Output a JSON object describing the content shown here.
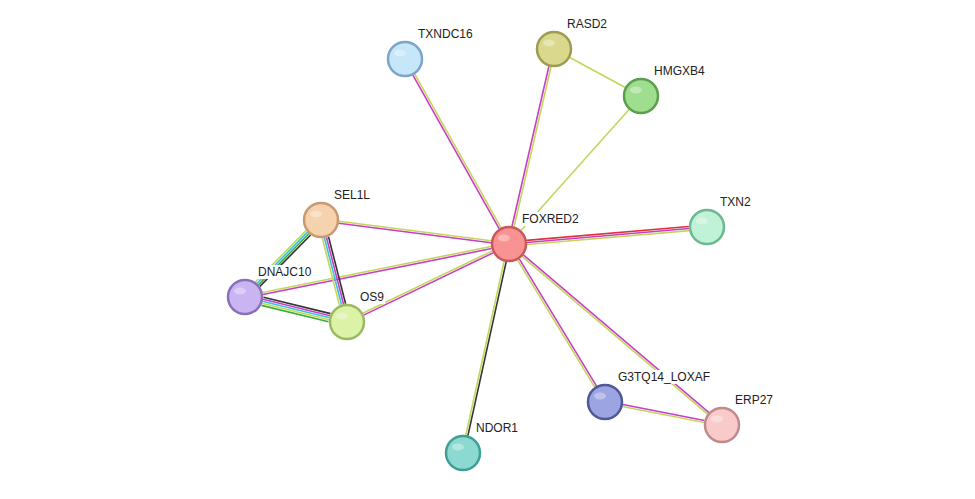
{
  "diagram": {
    "nodes": [
      {
        "text": [
          "RASD2"
        ]
      },
      {
        "text": [
          "TXNDC16"
        ]
      },
      {
        "text": [
          "HMGXB4"
        ]
      },
      {
        "text": [
          "SEL1L"
        ]
      },
      {
        "text": [
          "TXN2"
        ]
      },
      {
        "text": [
          "FOXRED2"
        ]
      },
      {
        "text": [
          "DNAJC10"
        ]
      },
      {
        "text": [
          "OS9"
        ]
      },
      {
        "text": [
          "G3TQ14_LOXAF"
        ]
      },
      {
        "text": [
          "ERP27"
        ]
      },
      {
        "text": [
          "NDOR1"
        ]
      }
    ],
    "edges": [
      {
        "from": 5,
        "to": 1,
        "arrow": "none"
      },
      {
        "from": 5,
        "to": 0,
        "arrow": "none"
      },
      {
        "from": 5,
        "to": 2,
        "arrow": "none"
      },
      {
        "from": 0,
        "to": 2,
        "arrow": "none"
      },
      {
        "from": 5,
        "to": 4,
        "arrow": "none"
      },
      {
        "from": 5,
        "to": 3,
        "arrow": "none"
      },
      {
        "from": 5,
        "to": 6,
        "arrow": "none"
      },
      {
        "from": 5,
        "to": 7,
        "arrow": "none"
      },
      {
        "from": 5,
        "to": 8,
        "arrow": "none"
      },
      {
        "from": 5,
        "to": 9,
        "arrow": "none"
      },
      {
        "from": 5,
        "to": 10,
        "arrow": "none"
      },
      {
        "from": 3,
        "to": 6,
        "arrow": "none"
      },
      {
        "from": 3,
        "to": 7,
        "arrow": "none"
      },
      {
        "from": 6,
        "to": 7,
        "arrow": "none"
      },
      {
        "from": 8,
        "to": 9,
        "arrow": "none"
      }
    ]
  }
}
